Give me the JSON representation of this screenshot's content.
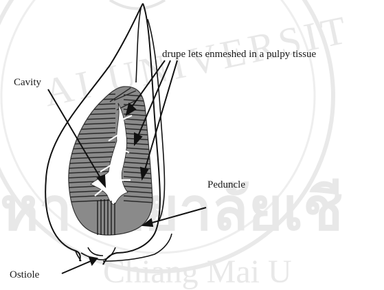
{
  "labels": {
    "drupelets": "drupe lets enmeshed in a pulpy tissue",
    "cavity": "Cavity",
    "peduncle": "Peduncle",
    "ostiole": "Ostiole"
  },
  "watermark": {
    "arc_text": "AI UNIVERSIT",
    "thai_text": "หาวิทยาลัยเชี",
    "bottom_text": "Chiang Mai U"
  },
  "colors": {
    "pulp": "#8a8a8a",
    "drupelet_line": "#2a2a2a",
    "cavity": "#ffffff",
    "outline": "#111111",
    "watermark": "#e6e6e6"
  }
}
